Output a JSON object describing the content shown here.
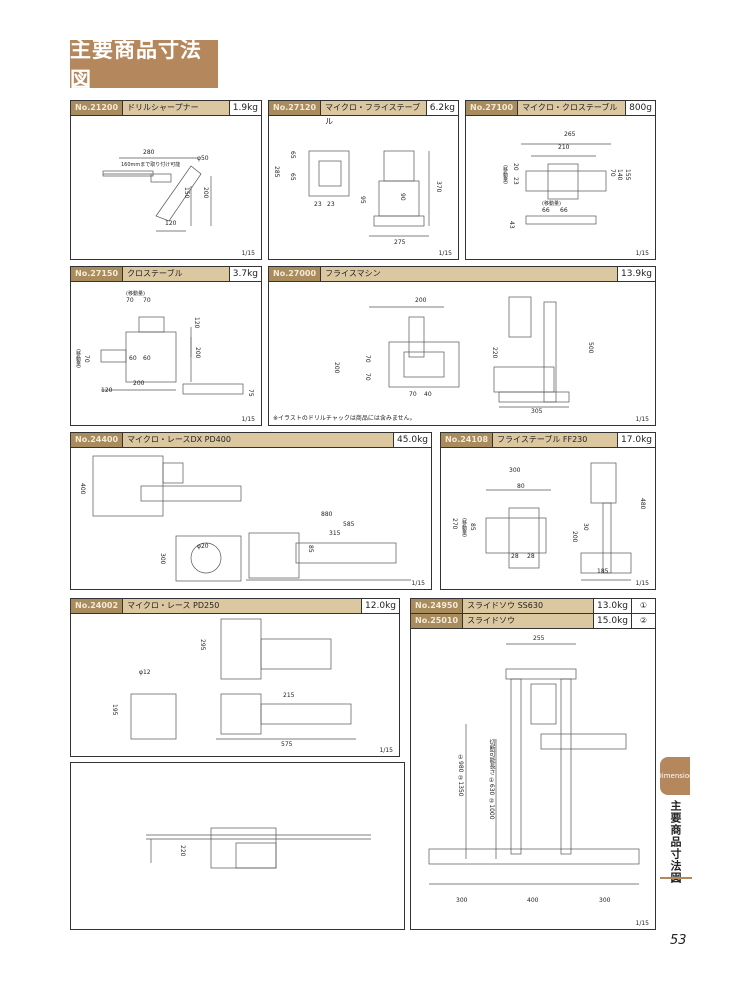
{
  "title": "主要商品寸法図",
  "side_tab": {
    "badge": "Dimension",
    "label": "主要商品寸法図"
  },
  "page_number": "53",
  "scale": "1/15",
  "panels": {
    "p21200": {
      "no": "No.21200",
      "name": "ドリルシャープナー",
      "weight": "1.9kg",
      "dims": [
        "280",
        "φ50",
        "160mmまで取り付け可能",
        "150",
        "200",
        "120"
      ]
    },
    "p27120": {
      "no": "No.27120",
      "name": "マイクロ・フライステーブル",
      "weight": "6.2kg",
      "dims": [
        "285",
        "65",
        "65",
        "23",
        "23",
        "370",
        "95",
        "90",
        "275"
      ]
    },
    "p27100": {
      "no": "No.27100",
      "name": "マイクロ・クロステーブル",
      "weight": "800g",
      "dims": [
        "265",
        "210",
        "(移動量)",
        "20",
        "23",
        "70",
        "140",
        "155",
        "(移動量)",
        "66",
        "66",
        "43"
      ]
    },
    "p27150": {
      "no": "No.27150",
      "name": "クロステーブル",
      "weight": "3.7kg",
      "dims": [
        "(移動量)",
        "70",
        "70",
        "120",
        "(移動量)",
        "70",
        "60",
        "60",
        "200",
        "120",
        "200",
        "75"
      ]
    },
    "p27000": {
      "no": "No.27000",
      "name": "フライスマシン",
      "weight": "13.9kg",
      "dims": [
        "200",
        "200",
        "70",
        "70",
        "70",
        "40",
        "220",
        "500",
        "305"
      ],
      "note": "※イラストのドリルチャックは商品には含みません。"
    },
    "p24400": {
      "no": "No.24400",
      "name": "マイクロ・レースDX PD400",
      "weight": "45.0kg",
      "dims": [
        "400",
        "880",
        "585",
        "315",
        "φ20",
        "85",
        "300"
      ]
    },
    "p24108": {
      "no": "No.24108",
      "name": "フライステーブル FF230",
      "weight": "17.0kg",
      "dims": [
        "300",
        "80",
        "270",
        "(移動量)",
        "85",
        "28",
        "28",
        "200",
        "30",
        "480",
        "185"
      ]
    },
    "p24002": {
      "no": "No.24002",
      "name": "マイクロ・レース PD250",
      "weight": "12.0kg",
      "dims": [
        "295",
        "φ12",
        "195",
        "215",
        "575"
      ]
    },
    "p24950": {
      "rows": [
        {
          "no": "No.24950",
          "name": "スライドソウ SS630",
          "weight": "13.0kg",
          "mark": "①"
        },
        {
          "no": "No.25010",
          "name": "スライドソウ",
          "weight": "15.0kg",
          "mark": "②"
        }
      ],
      "dims": [
        "255",
        "①980 ②1350",
        "切断可能長さ ①630 ②1000",
        "300",
        "400",
        "300"
      ]
    },
    "pbottom": {
      "dims": [
        "220"
      ]
    }
  }
}
